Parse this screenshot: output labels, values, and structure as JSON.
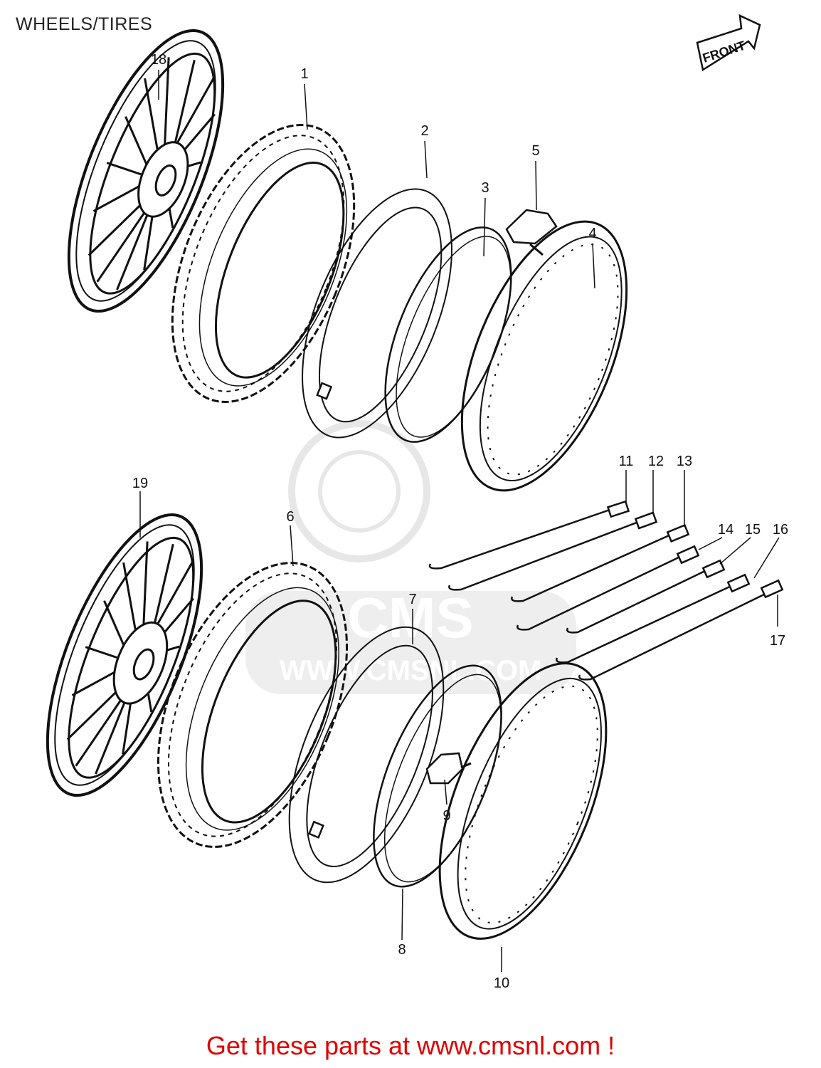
{
  "header": {
    "title": "WHEELS/TIRES"
  },
  "front_indicator": {
    "label": "FRONT"
  },
  "watermark": {
    "brand": "CMS",
    "url": "WWW.CMSNL.COM"
  },
  "callouts": [
    {
      "id": "18",
      "label": "18"
    },
    {
      "id": "1",
      "label": "1"
    },
    {
      "id": "2",
      "label": "2"
    },
    {
      "id": "3",
      "label": "3"
    },
    {
      "id": "5",
      "label": "5"
    },
    {
      "id": "4",
      "label": "4"
    },
    {
      "id": "11",
      "label": "11"
    },
    {
      "id": "12",
      "label": "12"
    },
    {
      "id": "13",
      "label": "13"
    },
    {
      "id": "14",
      "label": "14"
    },
    {
      "id": "15",
      "label": "15"
    },
    {
      "id": "16",
      "label": "16"
    },
    {
      "id": "17",
      "label": "17"
    },
    {
      "id": "19",
      "label": "19"
    },
    {
      "id": "6",
      "label": "6"
    },
    {
      "id": "7",
      "label": "7"
    },
    {
      "id": "9",
      "label": "9"
    },
    {
      "id": "8",
      "label": "8"
    },
    {
      "id": "10",
      "label": "10"
    }
  ],
  "footer": {
    "text": "Get these parts at www.cmsnl.com !"
  },
  "colors": {
    "footer_text": "#e00000",
    "line_art": "#111111",
    "watermark": "#c8c8c8"
  }
}
